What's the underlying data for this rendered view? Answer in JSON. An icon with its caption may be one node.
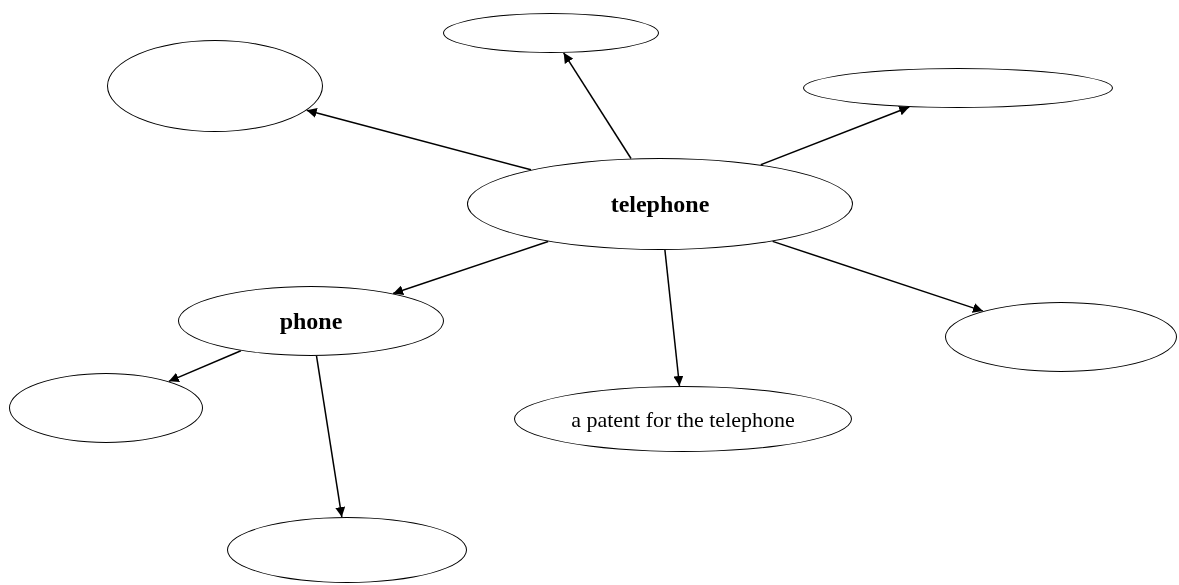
{
  "diagram": {
    "nodes": [
      {
        "text": [],
        "shape": "circle"
      },
      {
        "text": [],
        "shape": "circle"
      },
      {
        "text": [],
        "shape": "circle"
      },
      {
        "text": [
          "telephone"
        ]
      },
      {
        "text": [
          "phone"
        ]
      },
      {
        "text": [],
        "shape": "circle"
      },
      {
        "text": [],
        "shape": "circle"
      },
      {
        "text": [
          "a patent for the telephone"
        ]
      },
      {
        "text": [],
        "shape": "circle"
      }
    ],
    "edges": [
      {
        "from": 3,
        "to": 0,
        "arrow": "to"
      },
      {
        "from": 3,
        "to": 1,
        "arrow": "to"
      },
      {
        "from": 3,
        "to": 2,
        "arrow": "to"
      },
      {
        "from": 3,
        "to": 4,
        "arrow": "to"
      },
      {
        "from": 3,
        "to": 5,
        "arrow": "to"
      },
      {
        "from": 3,
        "to": 7,
        "arrow": "to"
      },
      {
        "from": 4,
        "to": 6,
        "arrow": "to"
      },
      {
        "from": 4,
        "to": 8,
        "arrow": "to"
      }
    ]
  }
}
